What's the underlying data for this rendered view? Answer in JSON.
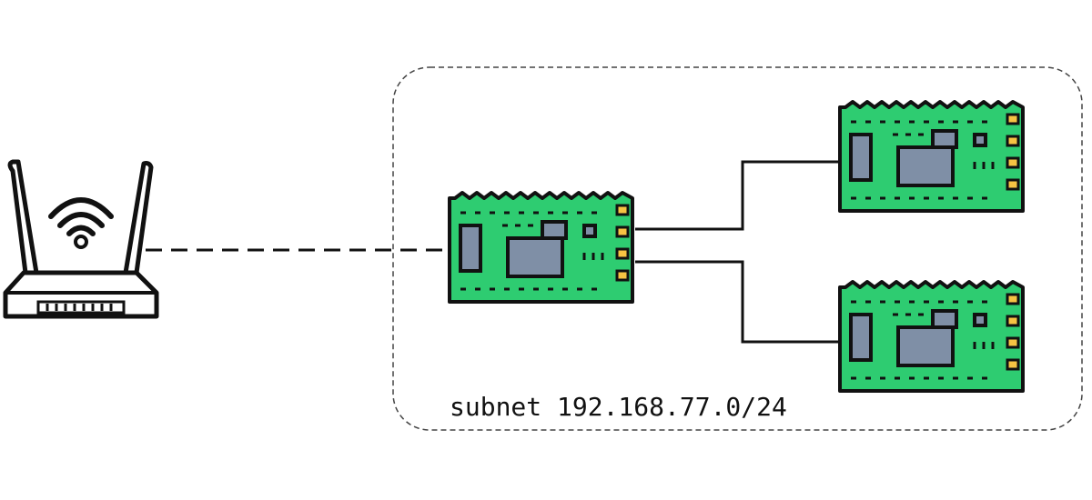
{
  "diagram": {
    "subnet_label": "subnet 192.168.77.0/24",
    "nodes": [
      {
        "id": "router",
        "icon": "wifi-router-icon"
      },
      {
        "id": "gateway-board",
        "icon": "circuit-board-icon"
      },
      {
        "id": "node-board-1",
        "icon": "circuit-board-icon"
      },
      {
        "id": "node-board-2",
        "icon": "circuit-board-icon"
      }
    ],
    "links": [
      {
        "from": "router",
        "to": "gateway-board",
        "style": "wireless-dashed"
      },
      {
        "from": "gateway-board",
        "to": "node-board-1",
        "style": "wired-solid"
      },
      {
        "from": "gateway-board",
        "to": "node-board-2",
        "style": "wired-solid"
      }
    ]
  },
  "colors": {
    "board_green": "#2ecc71",
    "chip_gray": "#7f8fa6",
    "pin_gold": "#f6c343",
    "outline": "#111111"
  }
}
